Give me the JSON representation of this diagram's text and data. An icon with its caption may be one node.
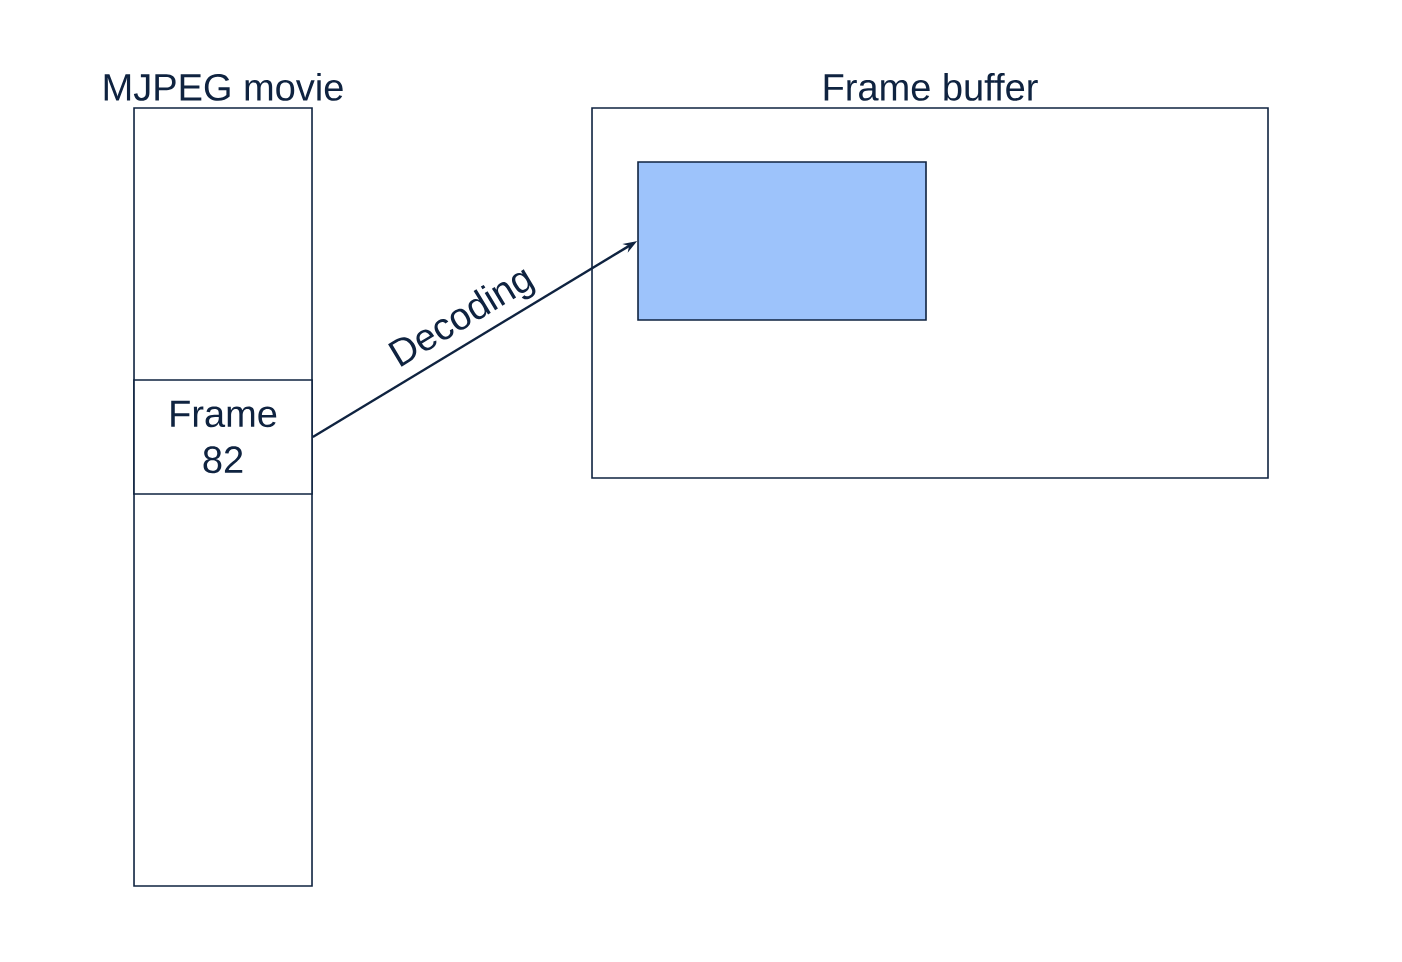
{
  "diagram": {
    "nodes": [
      {
        "text": [
          "MJPEG movie"
        ]
      },
      {
        "text": [
          "Frame 82"
        ],
        "in": 0
      },
      {
        "text": [
          "Frame buffer"
        ]
      },
      {
        "text": [],
        "shape": "box",
        "in": 2
      }
    ],
    "edges": [
      {
        "from": 1,
        "to": 3,
        "arrow": "to",
        "label": "Decoding"
      }
    ]
  }
}
